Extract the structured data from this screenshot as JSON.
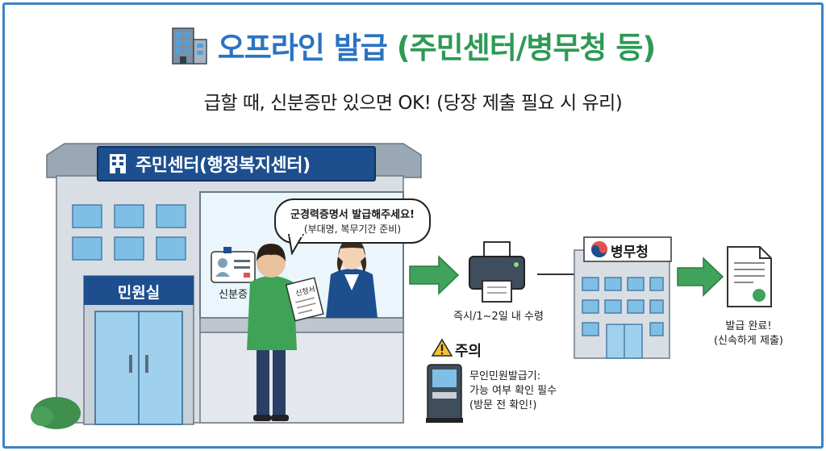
{
  "title": {
    "part1": "오프라인 발급",
    "part2": "(주민센터/병무청 등)"
  },
  "subtitle": "급할 때, 신분증만 있으면 OK! (당장 제출 필요 시 유리)",
  "building": {
    "sign": "주민센터(행정복지센터)",
    "door_sign": "민원실"
  },
  "counter": {
    "id_card_label": "신분증",
    "form_label": "신청서",
    "speech_line1": "군경력증명서 발급해주세요!",
    "speech_line2": "(부대명, 복무기간 준비)"
  },
  "printer": {
    "label": "즉시/1~2일 내 수령"
  },
  "mma": {
    "sign": "병무청"
  },
  "document": {
    "label_line1": "발급 완료!",
    "label_line2": "(신속하게 제출)"
  },
  "caution": {
    "heading": "주의",
    "line1": "무인민원발급기:",
    "line2": "가능 여부 확인 필수",
    "line3": "(방문 전 확인!)"
  },
  "colors": {
    "title_blue": "#2a74c2",
    "title_green": "#2e9a55",
    "navy": "#1d4f8f",
    "arrow_green": "#3fa35b",
    "window_blue": "#7fbfe6"
  }
}
